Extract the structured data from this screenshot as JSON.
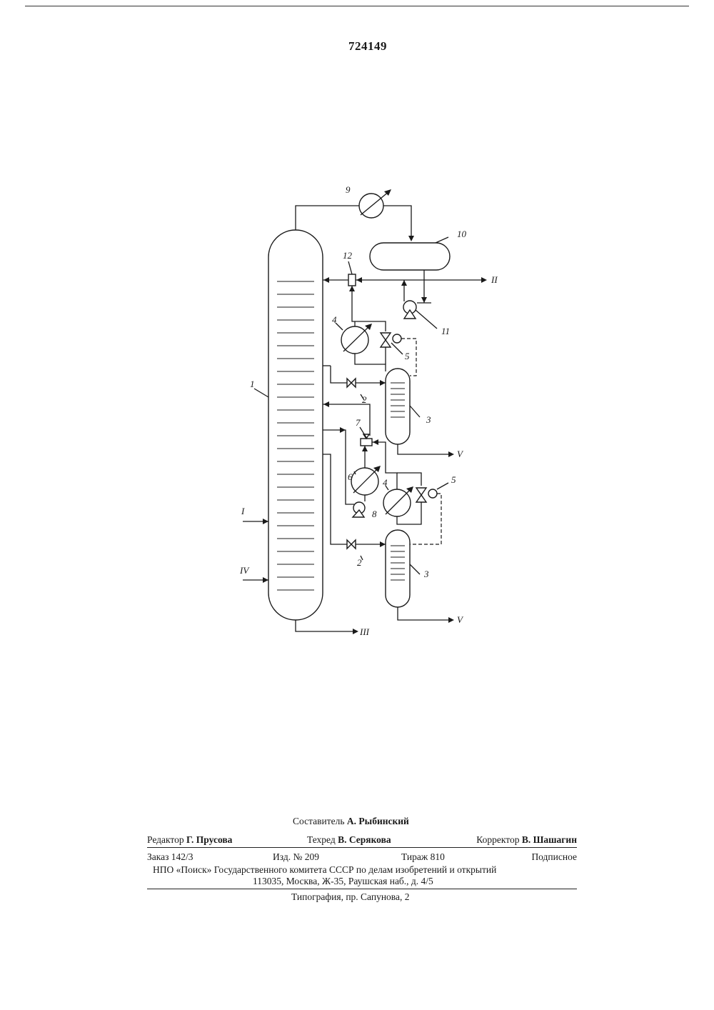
{
  "header": {
    "patent_number": "724149"
  },
  "diagram": {
    "equipment_labels": [
      "1",
      "2",
      "3",
      "4",
      "5",
      "6",
      "7",
      "8",
      "9",
      "10",
      "11",
      "12"
    ],
    "streams": {
      "I": "I",
      "II": "II",
      "III": "III",
      "IV": "IV",
      "V": "V"
    }
  },
  "colophon": {
    "compiler_label": "Составитель",
    "compiler_name": "А. Рыбинский",
    "editor_label": "Редактор",
    "editor_name": "Г. Прусова",
    "techred_label": "Техред",
    "techred_name": "В. Серякова",
    "corrector_label": "Корректор",
    "corrector_name": "В. Шашагин",
    "order": "Заказ 142/3",
    "edition": "Изд. № 209",
    "print_run": "Тираж 810",
    "subscription": "Подписное",
    "publisher": "НПО «Поиск» Государственного комитета СССР по делам изобретений и открытий",
    "address": "113035, Москва, Ж-35, Раушская наб., д. 4/5",
    "printing_house": "Типография, пр. Сапунова, 2"
  }
}
